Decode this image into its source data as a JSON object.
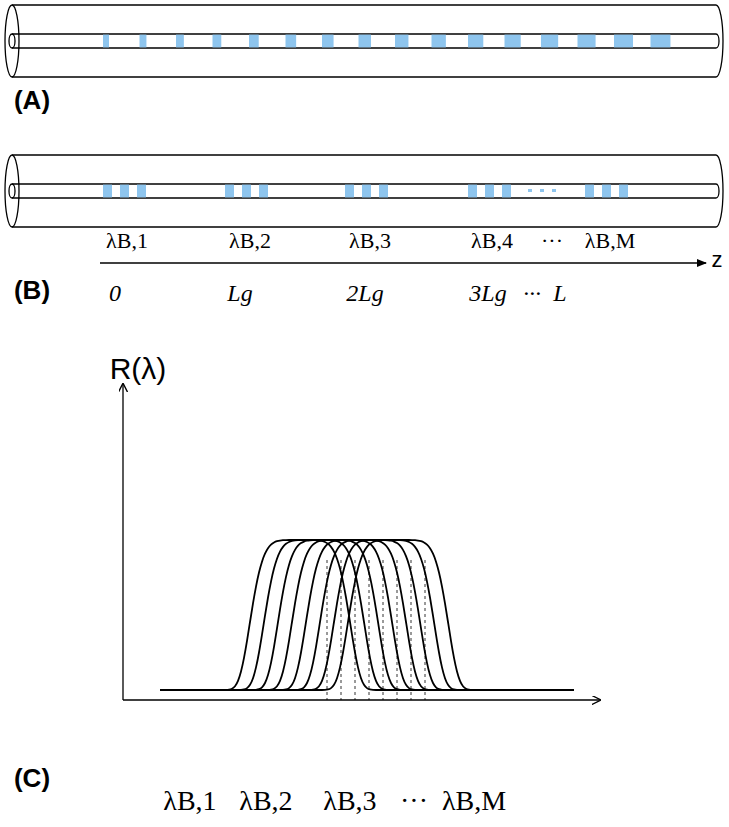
{
  "diagram": {
    "labels": [
      "(A)",
      "λB,1",
      "λB,2",
      "λB,3",
      "λB,4",
      "···",
      "λB,M",
      "(B)",
      "0",
      "Lg",
      "2Lg",
      "3Lg",
      "···",
      "L",
      "z",
      "R(λ)",
      "(C)",
      "λB,1",
      "λB,2",
      "λB,3",
      "···",
      "λB,M"
    ]
  }
}
